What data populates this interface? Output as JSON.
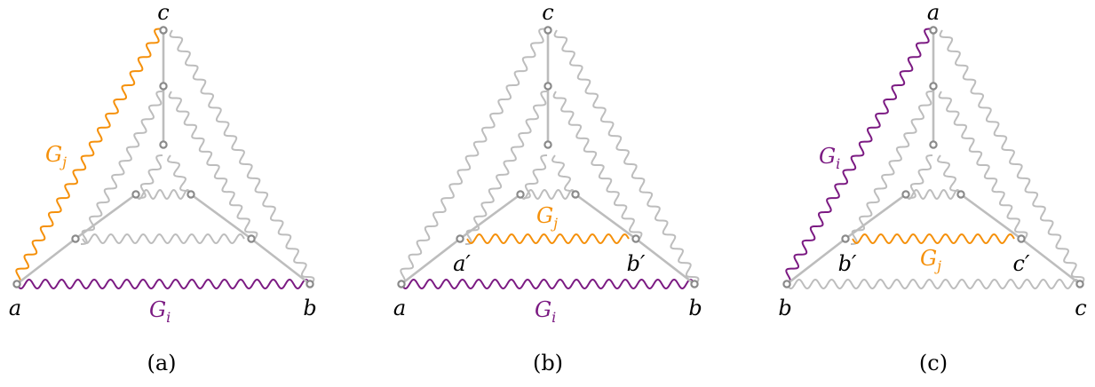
{
  "colors": {
    "gray": "#bdbdbd",
    "node": "#8a8a8a",
    "orange": "#f5900a",
    "purple": "#7b1a82",
    "text": "#000000"
  },
  "panels": [
    {
      "corner_labels": {
        "top": "c",
        "left": "a",
        "right": "b"
      },
      "gi_label": "G",
      "gi_sub": "i",
      "gj_label": "G",
      "gj_sub": "j",
      "inner_labels": {
        "left": "",
        "right": ""
      },
      "caption": "(a)"
    },
    {
      "corner_labels": {
        "top": "c",
        "left": "a",
        "right": "b"
      },
      "gi_label": "G",
      "gi_sub": "i",
      "gj_label": "G",
      "gj_sub": "j",
      "inner_labels": {
        "left": "a′",
        "right": "b′"
      },
      "caption": "(b)"
    },
    {
      "corner_labels": {
        "top": "a",
        "left": "b",
        "right": "c"
      },
      "gi_label": "G",
      "gi_sub": "i",
      "gj_label": "G",
      "gj_sub": "j",
      "inner_labels": {
        "left": "b′",
        "right": "c′"
      },
      "caption": "(c)"
    }
  ]
}
